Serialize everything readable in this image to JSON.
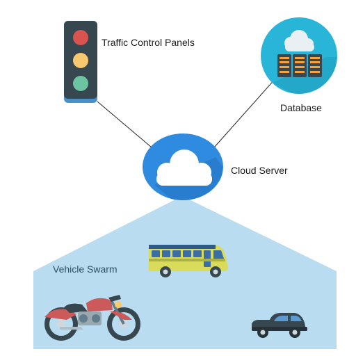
{
  "labels": {
    "traffic_panels": "Traffic Control Panels",
    "database": "Database",
    "cloud_server": "Cloud Server",
    "vehicle_swarm": "Vehicle Swarm"
  },
  "icons": [
    "traffic-light-icon",
    "database-icon",
    "cloud-server-icon",
    "bus-icon",
    "motorcycle-icon",
    "car-icon"
  ],
  "colors": {
    "swarm_area": "#b9dcf0",
    "cloud_circle": "#2f8be0",
    "database_circle": "#28b5d8",
    "connector": "#222222",
    "traffic_light_body": "#37474f",
    "light_red": "#d9534f",
    "light_yellow": "#f7c86d",
    "light_green": "#6cc4a1"
  }
}
